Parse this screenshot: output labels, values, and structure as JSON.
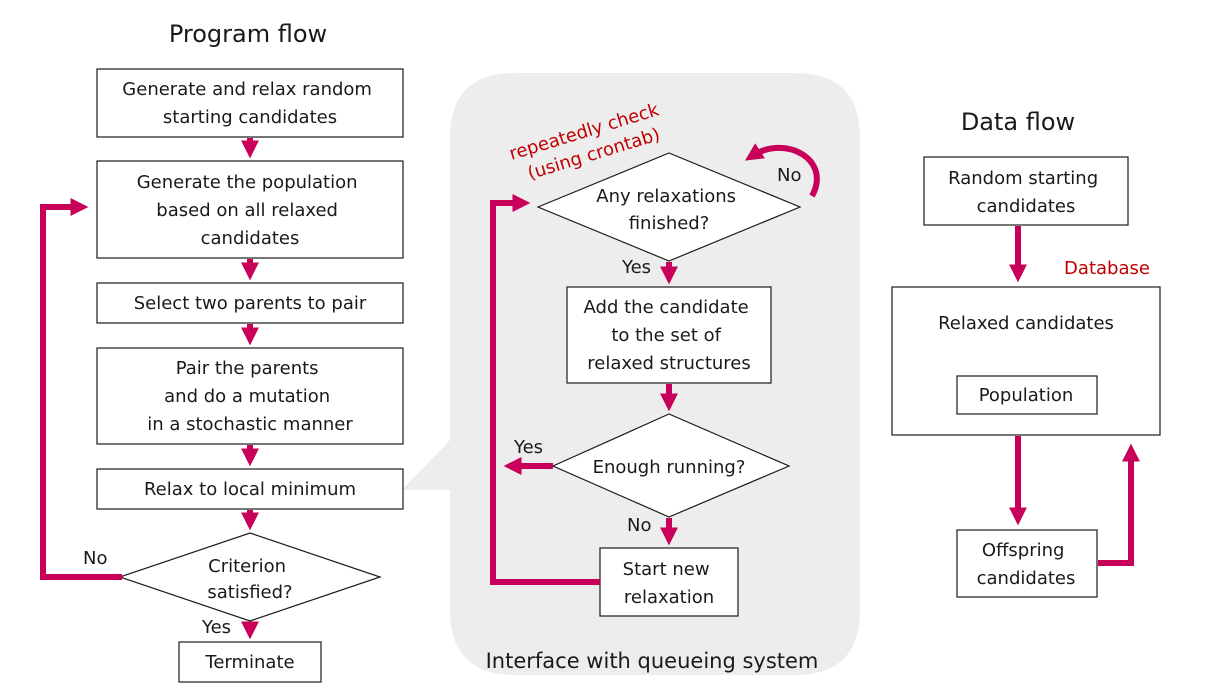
{
  "titles": {
    "program_flow": "Program flow",
    "data_flow": "Data flow",
    "queue_interface": "Interface with queueing system"
  },
  "program": {
    "generate_random": [
      "Generate and relax random",
      "starting candidates"
    ],
    "generate_population": [
      "Generate the population",
      "based on all relaxed",
      "candidates"
    ],
    "select_parents": [
      "Select two parents to pair"
    ],
    "pair_mutate": [
      "Pair the parents",
      "and do a mutation",
      "in a stochastic manner"
    ],
    "relax_local": [
      "Relax to local minimum"
    ],
    "criterion": [
      "Criterion",
      "satisfied?"
    ],
    "terminate": [
      "Terminate"
    ],
    "label_no": "No",
    "label_yes": "Yes"
  },
  "queue": {
    "annotation": [
      "repeatedly check",
      "(using crontab)"
    ],
    "any_finished": [
      "Any relaxations",
      "finished?"
    ],
    "label_no": "No",
    "label_yes_1": "Yes",
    "add_candidate": [
      "Add the candidate",
      "to the set of",
      "relaxed structures"
    ],
    "enough_running": [
      "Enough running?"
    ],
    "label_yes_2": "Yes",
    "label_no_2": "No",
    "start_new": [
      "Start new",
      "relaxation"
    ]
  },
  "data": {
    "random_starting": [
      "Random starting",
      "candidates"
    ],
    "database_label": "Database",
    "relaxed_candidates": "Relaxed candidates",
    "population": "Population",
    "offspring": [
      "Offspring",
      "candidates"
    ]
  },
  "colors": {
    "arrow": "#c8005a",
    "panel": "#ededed",
    "accent_text": "#c00000",
    "box_stroke": "#1a1a1a"
  }
}
